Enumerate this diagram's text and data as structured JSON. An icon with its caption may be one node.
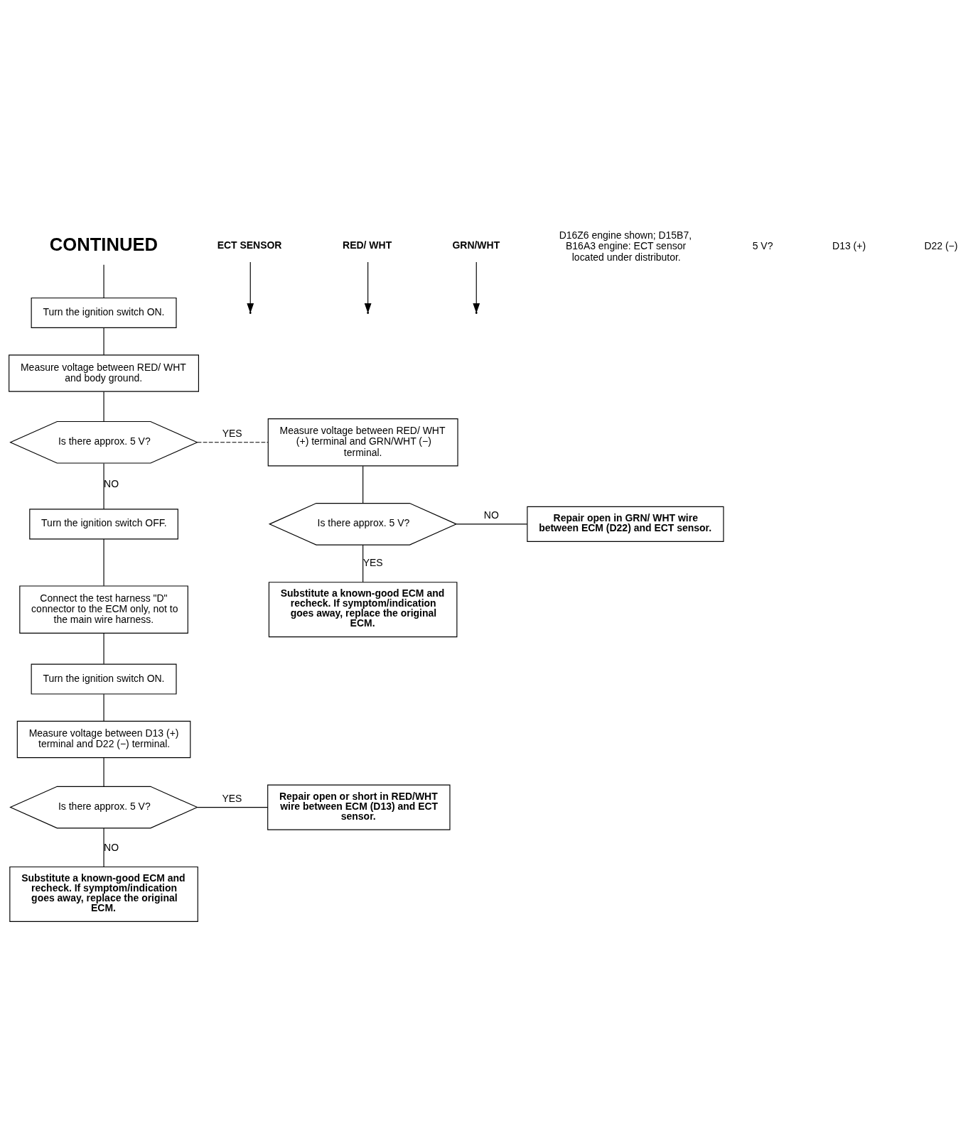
{
  "diagram": {
    "nodes": [
      {
        "text": [
          "CONTINUED"
        ]
      },
      {
        "text": [
          "Turn the ignition switch ON."
        ]
      },
      {
        "text": [
          "Measure voltage between RED/ WHT and body ground."
        ]
      },
      {
        "text": [
          "Is there approx. 5 V?"
        ]
      },
      {
        "text": [
          "Measure voltage between RED/ WHT (+) terminal and GRN/WHT (−) terminal."
        ]
      },
      {
        "text": [
          "Is there approx. 5 V?"
        ]
      },
      {
        "text": [
          "Repair open in GRN/ WHT wire between ECM (D22) and ECT sensor."
        ]
      },
      {
        "text": [
          "Substitute a known-good ECM and recheck. If symptom/indication goes away, replace the original ECM."
        ]
      },
      {
        "text": [
          "Turn the ignition switch OFF."
        ]
      },
      {
        "text": [
          "Connect the test harness \"D\" connector to the ECM only, not to the main wire harness."
        ]
      },
      {
        "text": [
          "Turn the ignition switch ON."
        ]
      },
      {
        "text": [
          "Measure voltage between D13 (+) terminal and D22 (−) terminal."
        ]
      },
      {
        "text": [
          "Is there approx. 5 V?"
        ]
      },
      {
        "text": [
          "Repair open or short in RED/WHT wire between ECM (D13) and ECT sensor."
        ]
      },
      {
        "text": [
          "Substitute a known-good ECM and recheck. If symptom/indication goes away, replace the original ECM."
        ]
      },
      {
        "text": [
          "ECT SENSOR"
        ]
      },
      {
        "text": [
          "RED/ WHT"
        ]
      },
      {
        "text": [
          "GRN/WHT"
        ]
      }
    ],
    "edges": [
      {
        "from": 0,
        "to": 1,
        "arrow": "none"
      },
      {
        "from": 1,
        "to": 2,
        "arrow": "none"
      },
      {
        "from": 2,
        "to": 3,
        "arrow": "none"
      },
      {
        "from": 3,
        "to": 4,
        "arrow": "none",
        "label": "YES",
        "style": "dashed"
      },
      {
        "from": 3,
        "to": 8,
        "arrow": "none",
        "label": "NO"
      },
      {
        "from": 4,
        "to": 5,
        "arrow": "none"
      },
      {
        "from": 5,
        "to": 6,
        "arrow": "none",
        "label": "NO"
      },
      {
        "from": 5,
        "to": 7,
        "arrow": "none",
        "label": "YES"
      },
      {
        "from": 8,
        "to": 9,
        "arrow": "none"
      },
      {
        "from": 9,
        "to": 10,
        "arrow": "none"
      },
      {
        "from": 10,
        "to": 11,
        "arrow": "none"
      },
      {
        "from": 11,
        "to": 12,
        "arrow": "none"
      },
      {
        "from": 12,
        "to": 13,
        "arrow": "none",
        "label": "YES"
      },
      {
        "from": 12,
        "to": 14,
        "arrow": "none",
        "label": "NO"
      },
      {
        "from": 15,
        "to": null,
        "arrow": "to"
      },
      {
        "from": 16,
        "to": null,
        "arrow": "to"
      },
      {
        "from": 17,
        "to": null,
        "arrow": "to"
      }
    ],
    "labels": [
      "D16Z6 engine shown; D15B7, B16A3 engine: ECT sensor located under distributor.",
      "5 V?",
      "D13 (+)",
      "D22 (−)"
    ]
  }
}
